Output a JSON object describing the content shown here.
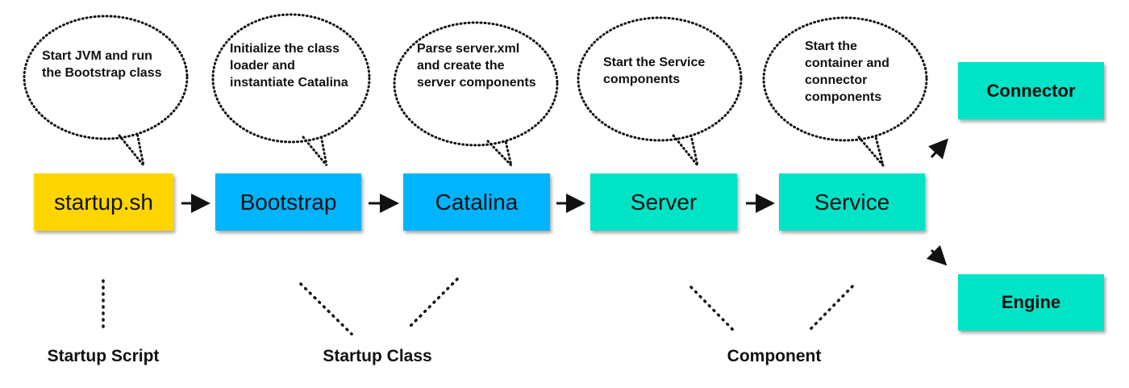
{
  "colors": {
    "script": "#ffd500",
    "startup_class": "#00b4ff",
    "component": "#00e3c7"
  },
  "nodes": {
    "startup": "startup.sh",
    "bootstrap": "Bootstrap",
    "catalina": "Catalina",
    "server": "Server",
    "service": "Service",
    "connector": "Connector",
    "engine": "Engine"
  },
  "bubbles": {
    "jvm": "Start JVM and run the Bootstrap class",
    "classloader": "Initialize the class loader and instantiate Catalina",
    "parse": "Parse server.xml and create the server components",
    "service": "Start the Service components",
    "container": "Start the container and connector components"
  },
  "groups": {
    "script": "Startup Script",
    "class": "Startup Class",
    "component": "Component"
  }
}
